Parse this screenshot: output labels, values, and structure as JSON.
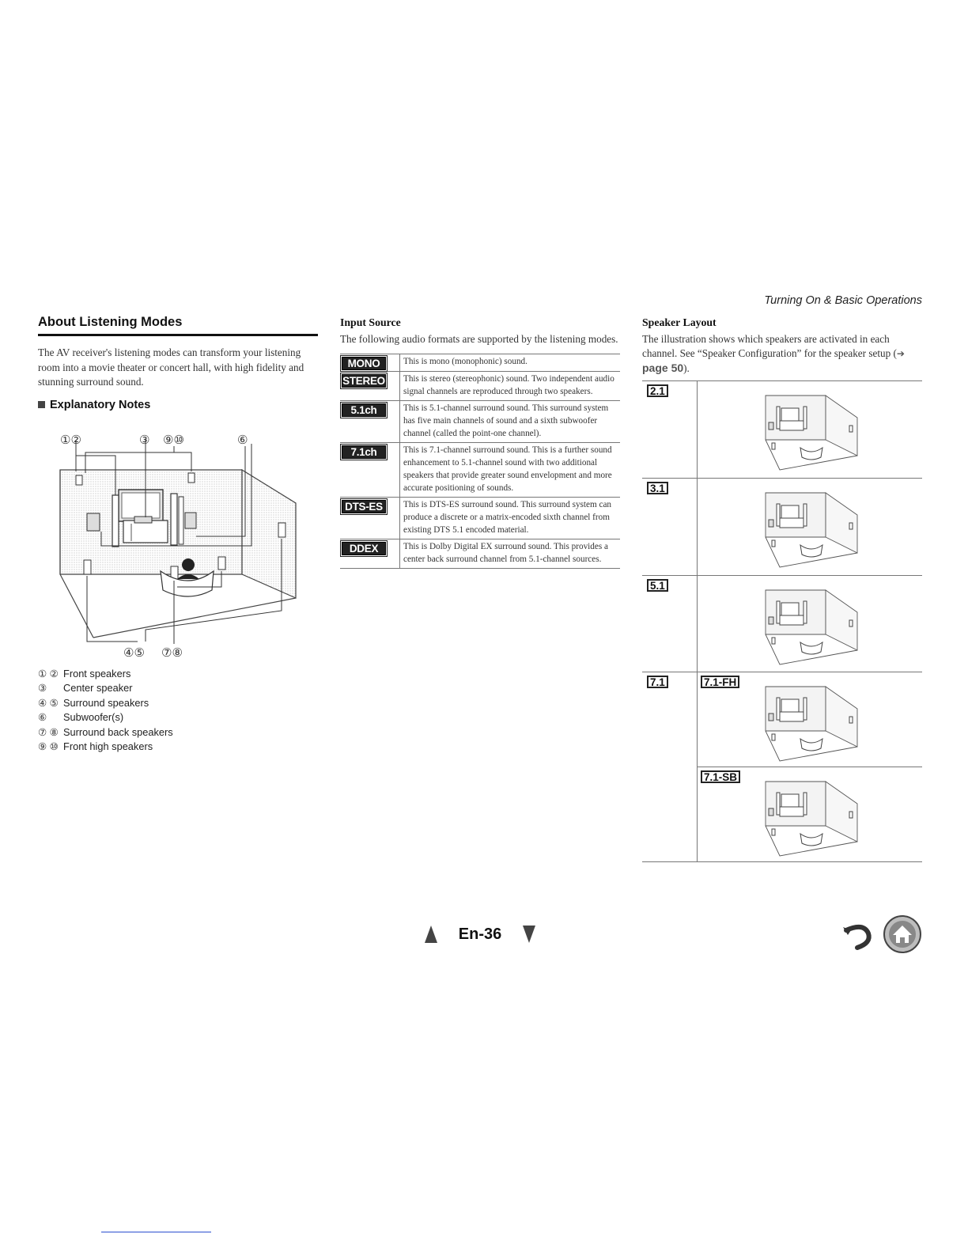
{
  "running_head": "Turning On & Basic Operations",
  "left": {
    "title": "About Listening Modes",
    "intro": "The AV receiver's listening modes can transform your listening room into a movie theater or concert hall, with high fidelity and stunning surround sound.",
    "subhead": "Explanatory Notes",
    "diagram_labels": {
      "front": "①②",
      "center": "③",
      "front_high": "⑨⑩",
      "subwoofer": "⑥",
      "surround": "④⑤",
      "surround_back": "⑦⑧"
    },
    "legend": [
      {
        "num": "① ②",
        "text": "Front speakers"
      },
      {
        "num": "③",
        "text": "Center speaker"
      },
      {
        "num": "④ ⑤",
        "text": "Surround speakers"
      },
      {
        "num": "⑥",
        "text": "Subwoofer(s)"
      },
      {
        "num": "⑦ ⑧",
        "text": "Surround back speakers"
      },
      {
        "num": "⑨ ⑩",
        "text": "Front high speakers"
      }
    ]
  },
  "middle": {
    "heading": "Input Source",
    "text": "The following audio formats are supported by the listening modes.",
    "formats": [
      {
        "badge": "MONO",
        "desc": "This is mono (monophonic) sound."
      },
      {
        "badge": "STEREO",
        "desc": "This is stereo (stereophonic) sound. Two independent audio signal channels are reproduced through two speakers."
      },
      {
        "badge": "5.1ch",
        "desc": "This is 5.1-channel surround sound. This surround system has five main channels of sound and a sixth subwoofer channel (called the point-one channel)."
      },
      {
        "badge": "7.1ch",
        "desc": "This is 7.1-channel surround sound. This is a further sound enhancement to 5.1-channel sound with two additional speakers that provide greater sound envelopment and more accurate positioning of sounds."
      },
      {
        "badge": "DTS-ES",
        "desc": "This is DTS-ES surround sound. This surround system can produce a discrete or a matrix-encoded sixth channel from existing DTS 5.1 encoded material."
      },
      {
        "badge": "DDEX",
        "desc": "This is Dolby Digital EX surround sound. This provides a center back surround channel from 5.1-channel sources."
      }
    ]
  },
  "right": {
    "heading": "Speaker Layout",
    "text_before": "The illustration shows which speakers are activated in each channel. See “Speaker Configuration” for the speaker setup (",
    "arrow": "➔",
    "link": "page 50",
    "text_after": ").",
    "layouts": [
      {
        "label": "2.1"
      },
      {
        "label": "3.1"
      },
      {
        "label": "5.1"
      },
      {
        "label": "7.1",
        "sub": [
          "7.1-FH",
          "7.1-SB"
        ]
      }
    ]
  },
  "footer": {
    "page": "En-36",
    "prev_icon": "triangle-up-icon",
    "next_icon": "triangle-down-icon",
    "back_icon": "return-arrow-icon",
    "home_icon": "home-icon"
  },
  "colors": {
    "text": "#222222",
    "badge_bg": "#222222",
    "link": "#555555",
    "bottom_line": "#2a4fd0"
  }
}
